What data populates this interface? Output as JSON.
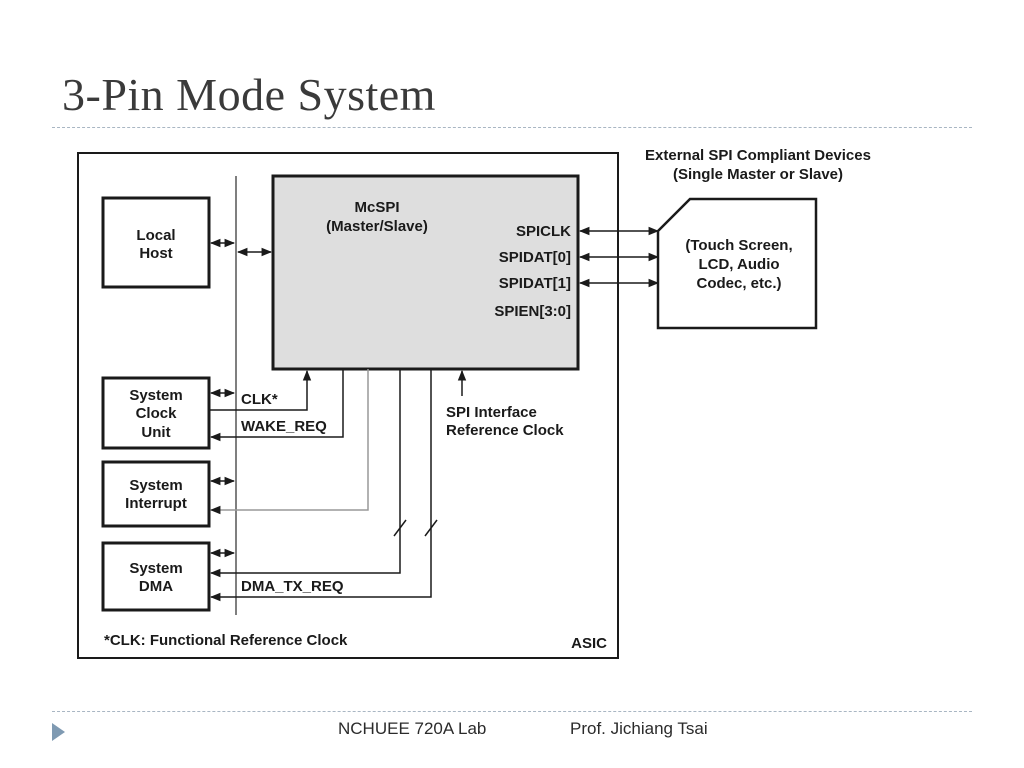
{
  "slide": {
    "title": "3-Pin Mode System"
  },
  "diagram": {
    "external_caption_line1": "External SPI Compliant Devices",
    "external_caption_line2": "(Single Master or Slave)",
    "mcspi": {
      "title": "McSPI",
      "subtitle": "(Master/Slave)"
    },
    "pins": [
      "SPICLK",
      "SPIDAT[0]",
      "SPIDAT[1]",
      "SPIEN[3:0]"
    ],
    "device_lines": [
      "(Touch Screen,",
      "LCD, Audio",
      "Codec, etc.)"
    ],
    "local_host": [
      "Local",
      "Host"
    ],
    "system_clock_unit": [
      "System",
      "Clock",
      "Unit"
    ],
    "system_interrupt": [
      "System",
      "Interrupt"
    ],
    "system_dma": [
      "System",
      "DMA"
    ],
    "signals": {
      "clk": "CLK*",
      "wake_req": "WAKE_REQ",
      "dma_tx_req": "DMA_TX_REQ"
    },
    "spi_ref_clock": [
      "SPI Interface",
      "Reference Clock"
    ],
    "footnote": "*CLK: Functional Reference Clock",
    "asic_label": "ASIC"
  },
  "footer": {
    "lab": "NCHUEE 720A Lab",
    "professor": "Prof. Jichiang Tsai"
  }
}
